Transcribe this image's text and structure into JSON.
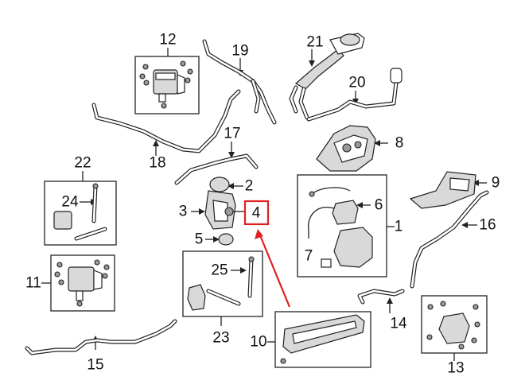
{
  "diagram": {
    "callouts": [
      {
        "id": "c1",
        "label": "1"
      },
      {
        "id": "c2",
        "label": "2"
      },
      {
        "id": "c3",
        "label": "3"
      },
      {
        "id": "c4",
        "label": "4"
      },
      {
        "id": "c5",
        "label": "5"
      },
      {
        "id": "c6",
        "label": "6"
      },
      {
        "id": "c7",
        "label": "7"
      },
      {
        "id": "c8",
        "label": "8"
      },
      {
        "id": "c9",
        "label": "9"
      },
      {
        "id": "c10",
        "label": "10"
      },
      {
        "id": "c11",
        "label": "11"
      },
      {
        "id": "c12",
        "label": "12"
      },
      {
        "id": "c13",
        "label": "13"
      },
      {
        "id": "c14",
        "label": "14"
      },
      {
        "id": "c15",
        "label": "15"
      },
      {
        "id": "c16",
        "label": "16"
      },
      {
        "id": "c17",
        "label": "17"
      },
      {
        "id": "c18",
        "label": "18"
      },
      {
        "id": "c19",
        "label": "19"
      },
      {
        "id": "c20",
        "label": "20"
      },
      {
        "id": "c21",
        "label": "21"
      },
      {
        "id": "c22",
        "label": "22"
      },
      {
        "id": "c23",
        "label": "23"
      },
      {
        "id": "c24",
        "label": "24"
      },
      {
        "id": "c25",
        "label": "25"
      }
    ],
    "highlight": {
      "callout": "4",
      "color": "#e02020"
    },
    "line_color": "#222222",
    "part_fill": "#d9d9d9"
  }
}
